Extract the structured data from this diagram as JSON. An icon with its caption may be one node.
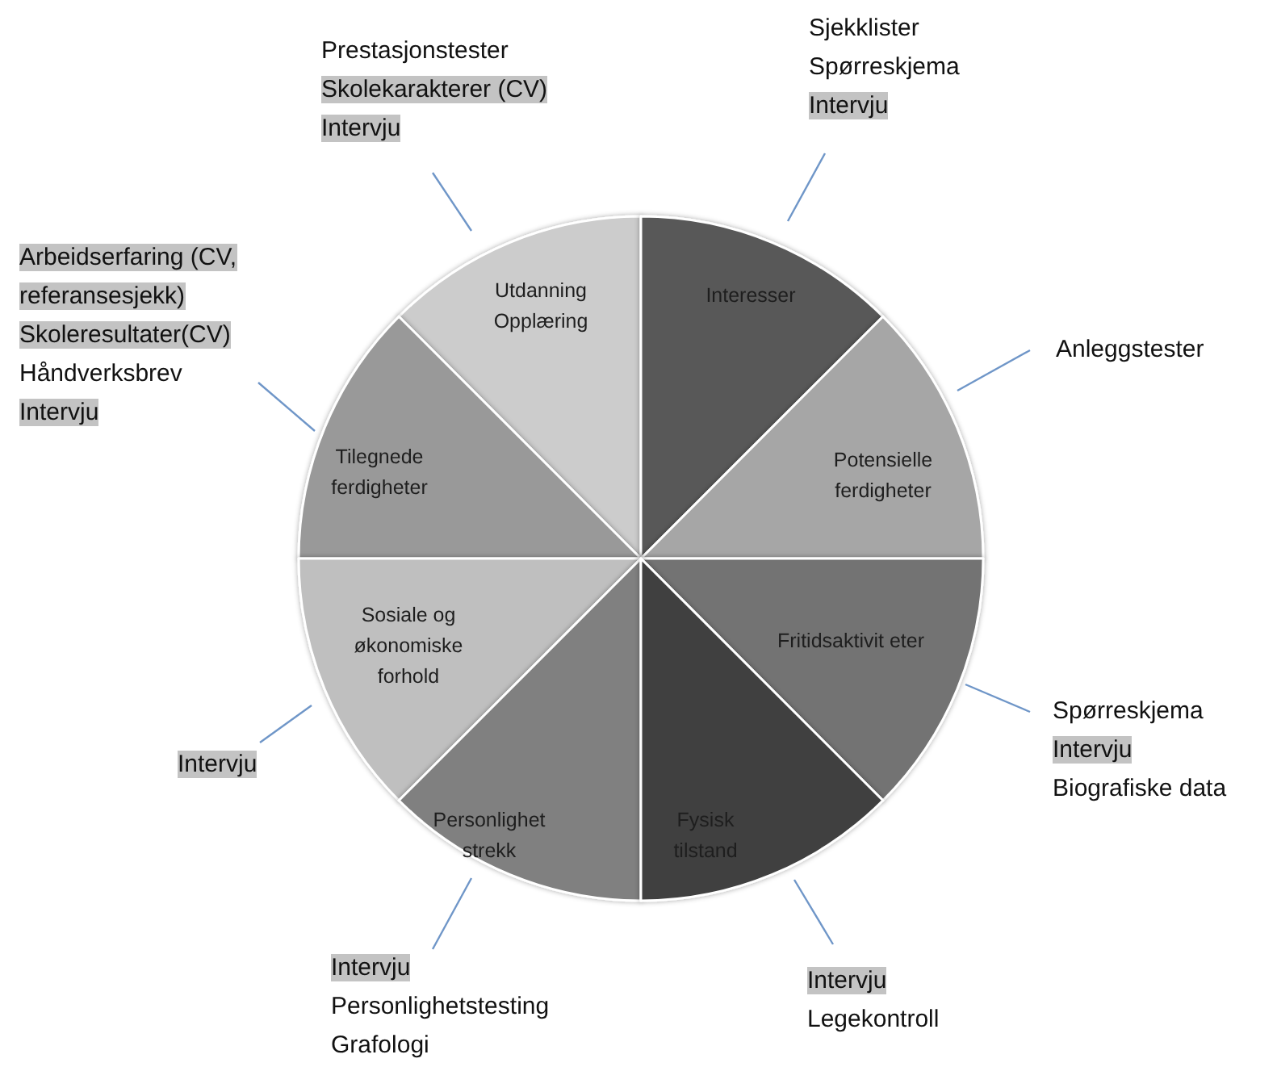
{
  "diagram": {
    "nodes": [
      {
        "text": [
          "Prestasjonstester",
          "Skolekarakterer (CV)",
          "Intervju"
        ]
      },
      {
        "text": [
          "Sjekklister",
          "Spørreskjema",
          "Intervju"
        ]
      },
      {
        "text": [
          "Arbeidserfaring (CV, referansesjekk)",
          "Skoleresultater(CV)",
          "Håndverksbrev",
          "Intervju"
        ]
      },
      {
        "text": [
          "Utdanning Opplæring"
        ]
      },
      {
        "text": [
          "Interesser"
        ]
      },
      {
        "text": [
          "Anleggstester"
        ]
      },
      {
        "text": [
          "Tilegnede ferdigheter"
        ]
      },
      {
        "text": [
          "Potensielle ferdigheter"
        ]
      },
      {
        "text": [
          "Sosiale og økonomiske forhold"
        ]
      },
      {
        "text": [
          "Fritidsaktivit eter"
        ]
      },
      {
        "text": [
          "Intervju"
        ]
      },
      {
        "text": [
          "Spørreskjema",
          "Intervju",
          "Biografiske data"
        ]
      },
      {
        "text": [
          "Personlighet strekk"
        ]
      },
      {
        "text": [
          "Fysisk tilstand"
        ]
      },
      {
        "text": [
          "Intervju",
          "Personlighetstesting",
          "Grafologi"
        ]
      },
      {
        "text": [
          "Intervju",
          "Legekontroll"
        ]
      }
    ],
    "edges": [
      {
        "from": 0,
        "to": 3,
        "arrow": "none"
      },
      {
        "from": 1,
        "to": 4,
        "arrow": "none"
      },
      {
        "from": 5,
        "to": 7,
        "arrow": "none"
      },
      {
        "from": 2,
        "to": 6,
        "arrow": "none"
      },
      {
        "from": 10,
        "to": 8,
        "arrow": "none"
      },
      {
        "from": 11,
        "to": 9,
        "arrow": "none"
      },
      {
        "from": 14,
        "to": 12,
        "arrow": "none"
      },
      {
        "from": 15,
        "to": 13,
        "arrow": "none"
      }
    ]
  }
}
